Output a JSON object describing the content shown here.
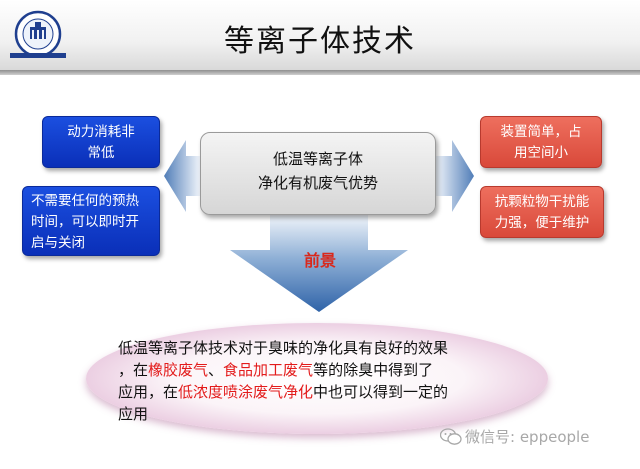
{
  "slide": {
    "title": "等离子体技术",
    "center_box": {
      "line1": "低温等离子体",
      "line2": "净化有机废气优势"
    },
    "left_boxes": [
      {
        "line1": "动力消耗非",
        "line2": "常低"
      },
      {
        "line1": "不需要任何的预热",
        "line2": "时间，可以即时开",
        "line3": "启与关闭"
      }
    ],
    "right_boxes": [
      {
        "line1": "装置简单，占",
        "line2": "用空间小"
      },
      {
        "line1": "抗颗粒物干扰能",
        "line2": "力强，便于维护"
      }
    ],
    "prospect_label": "前景",
    "bottom_text": {
      "line1": "低温等离子体技术对于臭味的净化具有良好的效果",
      "line2_a": "，在",
      "line2_hl1": "橡胶废气",
      "line2_b": "、",
      "line2_hl2": "食品加工废气",
      "line2_c": "等的除臭中得到了",
      "line3_a": "应用，在",
      "line3_hl": "低浓度喷涂废气净化",
      "line3_b": "中也可以得到一定的",
      "line4": "应用"
    },
    "watermark": "微信号: eppeople",
    "colors": {
      "blue": "#0a2fb8",
      "red": "#d9493a",
      "highlight": "#e31b1b"
    }
  }
}
